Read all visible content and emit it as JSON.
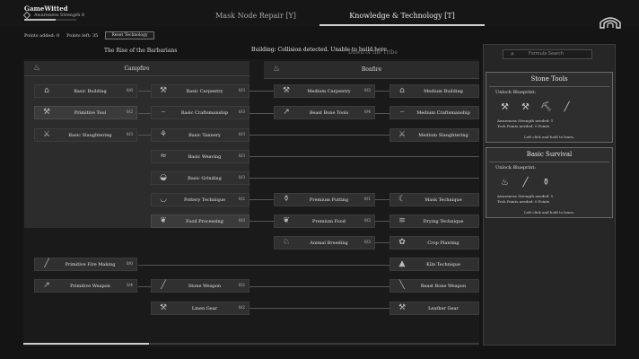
{
  "player": {
    "name": "GameWitted",
    "stat_label": "Awareness Strength 8"
  },
  "tabs": [
    {
      "label": "Mask Node Repair  [Y]",
      "active": false
    },
    {
      "label": "Knowledge & Technology  [T]",
      "active": true
    }
  ],
  "points": {
    "added": "Points added: 0",
    "left": "Points left: 35",
    "reset_label": "Reset Technology"
  },
  "tree": {
    "title": "The Rise of the Barbarians",
    "notice": "Building: Collision detected. Unable to build here.",
    "notice_sub": "Dawn of the Tribe",
    "sections": {
      "campfire": "Campfire",
      "bonfire": "Bonfire"
    }
  },
  "nodes": {
    "basic_building": {
      "label": "Basic Building",
      "count": "0/6"
    },
    "primitive_tool": {
      "label": "Primitive Tool",
      "count": "0/2"
    },
    "basic_slaughtering": {
      "label": "Basic Slaughtering",
      "count": "0/3"
    },
    "basic_carpentry": {
      "label": "Basic Carpentry",
      "count": "0/3"
    },
    "basic_craftsmanship": {
      "label": "Basic Craftsmanship",
      "count": "0/3"
    },
    "basic_tannery": {
      "label": "Basic Tannery",
      "count": "0/3"
    },
    "basic_weaving": {
      "label": "Basic Weaving",
      "count": "0/3"
    },
    "basic_grinding": {
      "label": "Basic Grinding",
      "count": "0/3"
    },
    "pottery_technique": {
      "label": "Pottery Technique",
      "count": "0/2"
    },
    "food_processing": {
      "label": "Food Processing",
      "count": "0/3"
    },
    "primitive_fire_making": {
      "label": "Primitive Fire Making",
      "count": "0/0"
    },
    "primitive_weapon": {
      "label": "Primitive Weapon",
      "count": "3/4"
    },
    "stone_weapon": {
      "label": "Stone Weapon",
      "count": "0/2"
    },
    "linen_gear": {
      "label": "Linen Gear",
      "count": "0/2"
    },
    "medium_carpentry": {
      "label": "Medium Carpentry",
      "count": "0/2"
    },
    "beast_bone_tools": {
      "label": "Beast Bone Tools",
      "count": "0/4"
    },
    "premium_putting": {
      "label": "Premium Putting",
      "count": "0/1"
    },
    "premium_food": {
      "label": "Premium Food",
      "count": "0/2"
    },
    "animal_breeding": {
      "label": "Animal Breeding",
      "count": "0/3"
    },
    "medium_building": {
      "label": "Medium Building"
    },
    "medium_craftsmanship": {
      "label": "Medium Craftsmanship"
    },
    "medium_slaughtering": {
      "label": "Medium Slaughtering"
    },
    "mask_technique": {
      "label": "Mask Technique"
    },
    "drying_technique": {
      "label": "Drying Technique"
    },
    "crop_planting": {
      "label": "Crop Planting"
    },
    "kiln_technique": {
      "label": "Kiln Technique"
    },
    "beast_bone_weapon": {
      "label": "Beast Bone Weapon"
    },
    "leather_gear": {
      "label": "Leather Gear"
    }
  },
  "panel": {
    "search_placeholder": "Formula Search",
    "cards": [
      {
        "title": "Stone Tools",
        "unlock_label": "Unlock Blueprint:",
        "req_strength": "Awareness Strength needed: 1",
        "req_points": "Tech Points needed: 0 Points",
        "hint": "Left click and hold to learn."
      },
      {
        "title": "Basic Survival",
        "unlock_label": "Unlock Blueprint:",
        "req_strength": "Awareness Strength needed: 1",
        "req_points": "Tech Points needed: 0 Points",
        "hint": "Left click and hold to learn."
      }
    ]
  },
  "colors": {
    "background": "#141414",
    "node": "#303030",
    "node_unlocked": "#3b3b3b",
    "accent_text": "#e2e2e2"
  }
}
